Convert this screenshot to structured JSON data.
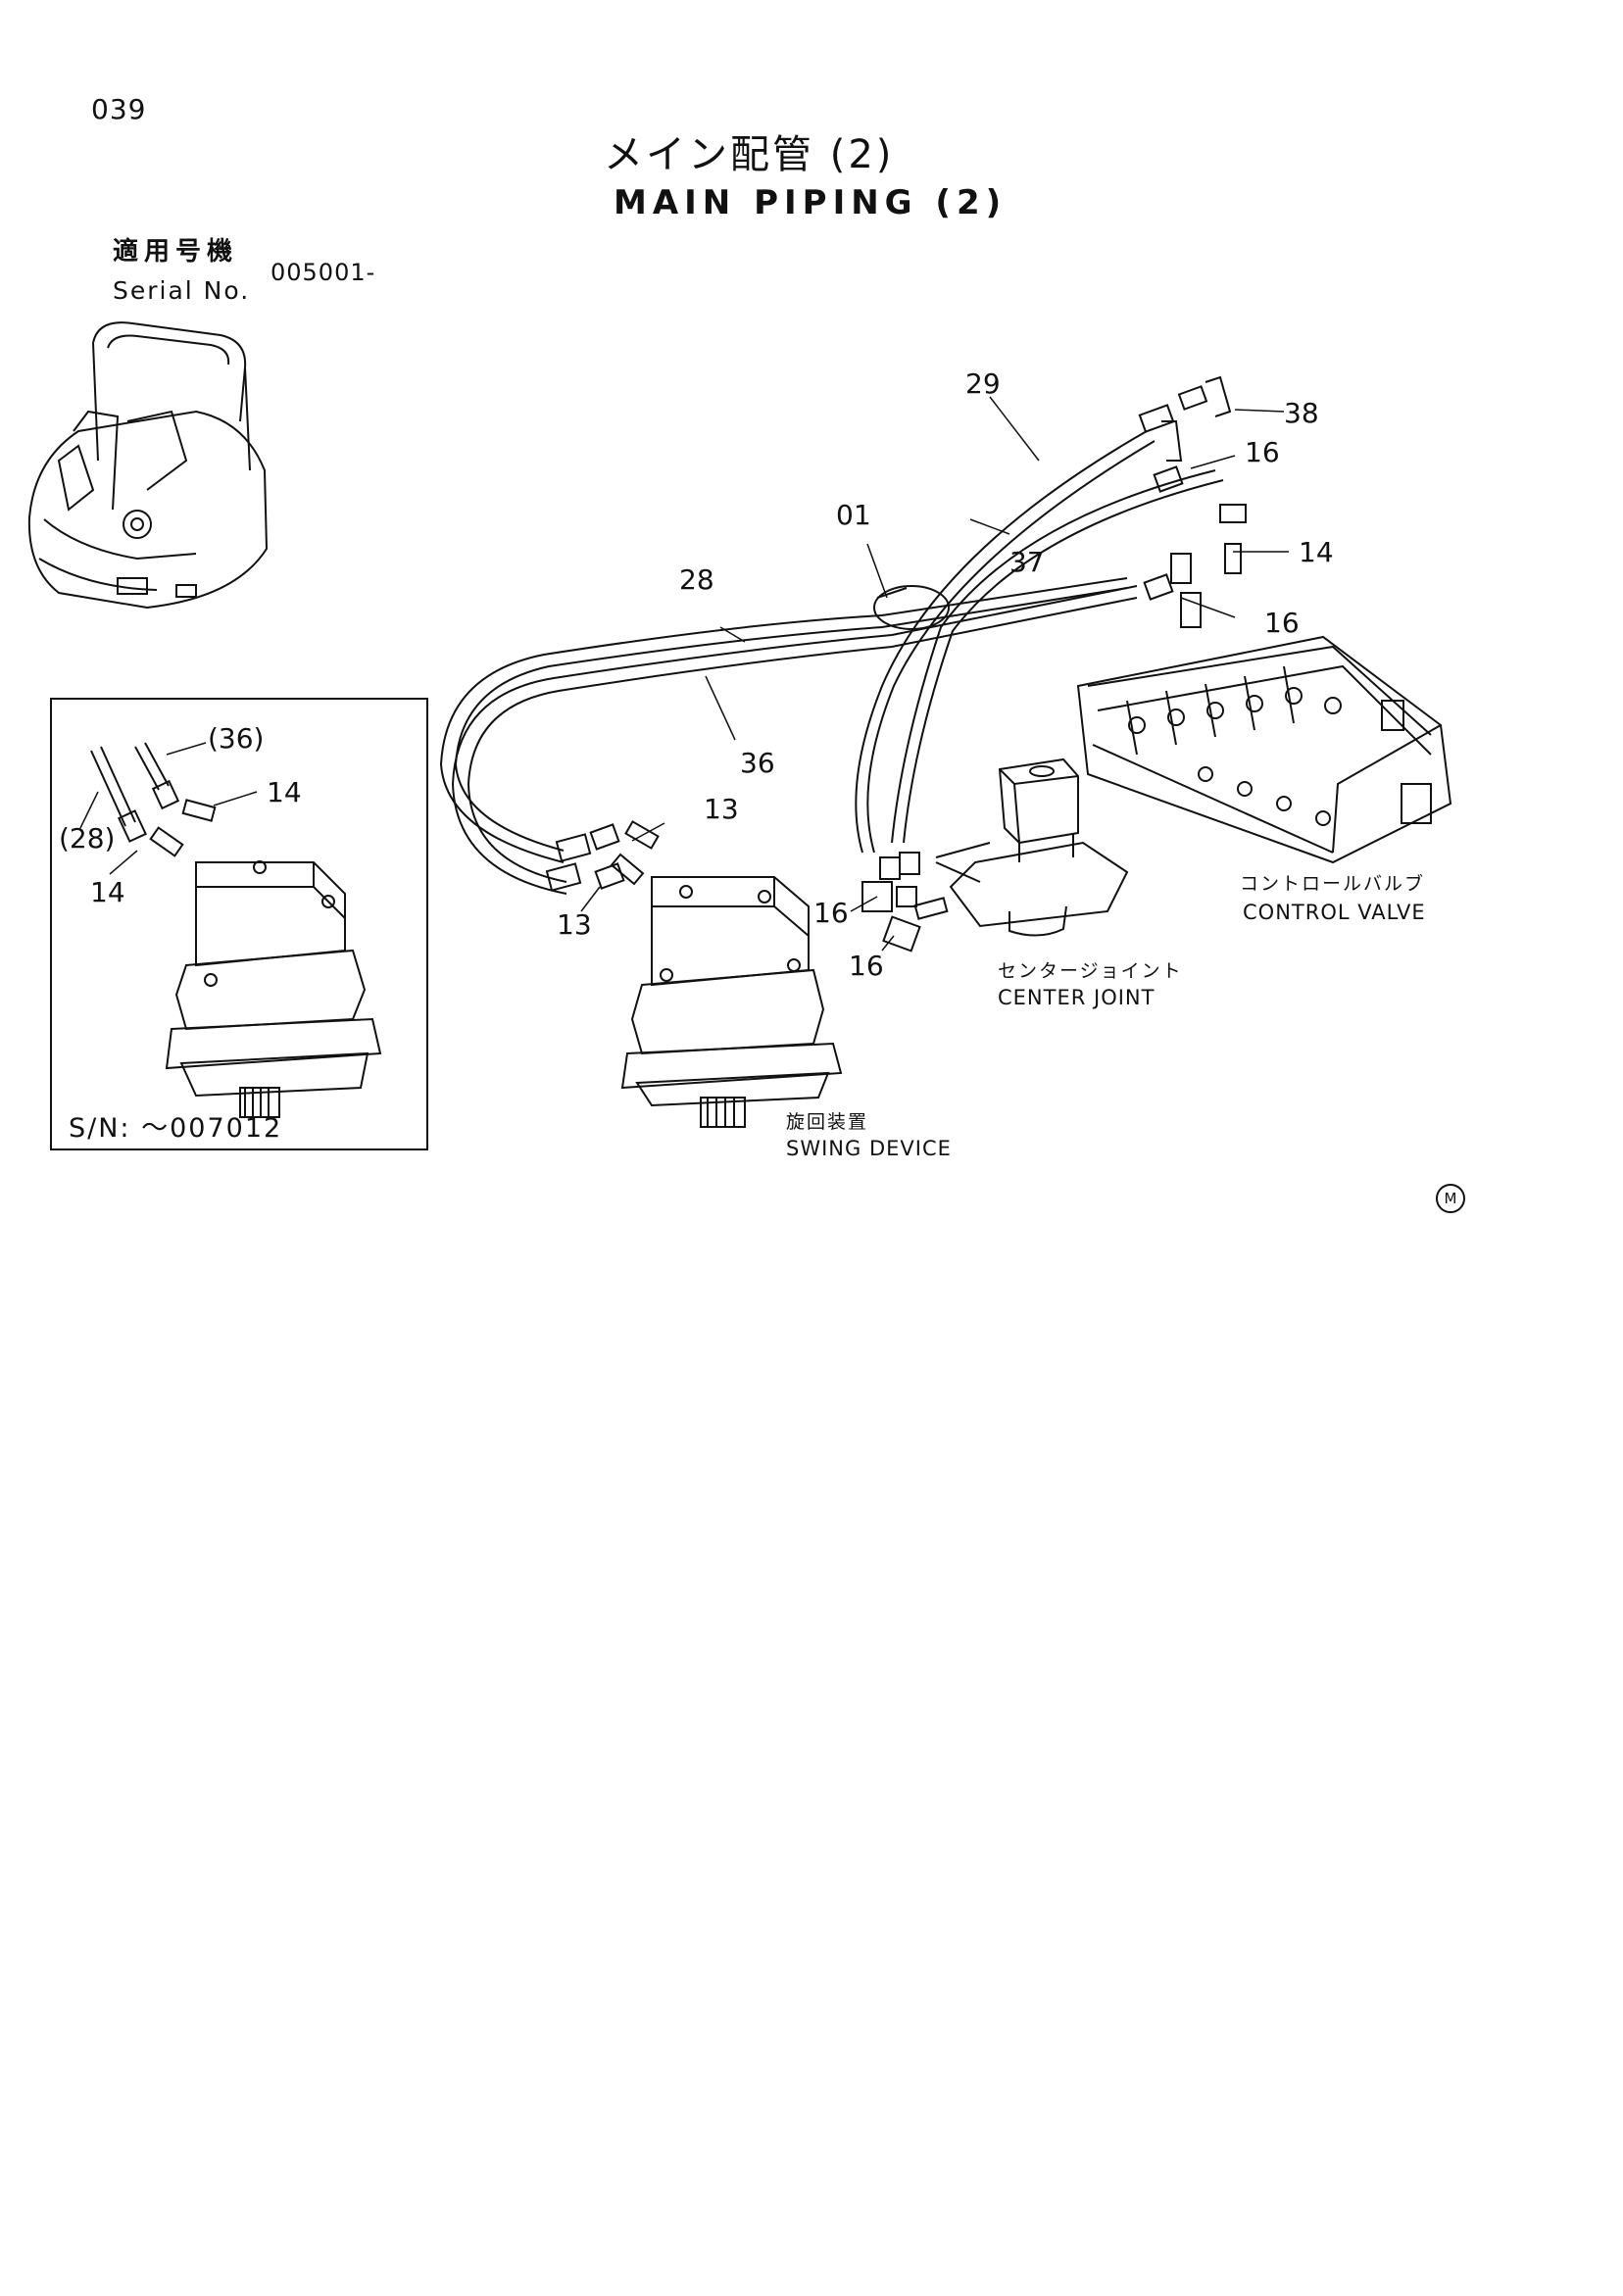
{
  "header": {
    "page_number": "039",
    "title_jp": "メイン配管 (2)",
    "title_en": "MAIN PIPING (2)",
    "serial_label_jp": "適用号機",
    "serial_label_en": "Serial No.",
    "serial_value": "005001-"
  },
  "callouts": {
    "c29": "29",
    "c38": "38",
    "c16a": "16",
    "c01": "01",
    "c37": "37",
    "c14a": "14",
    "c28": "28",
    "c16b": "16",
    "c36": "36",
    "c13a": "13",
    "c13b": "13",
    "c16c": "16",
    "c16d": "16"
  },
  "inset": {
    "c36": "(36)",
    "c14a": "14",
    "c28": "(28)",
    "c14b": "14",
    "serial_range": "S/N: ～007012"
  },
  "components": {
    "control_valve_jp": "コントロールバルブ",
    "control_valve_en": "CONTROL VALVE",
    "center_joint_jp": "センタージョイント",
    "center_joint_en": "CENTER JOINT",
    "swing_device_jp": "旋回装置",
    "swing_device_en": "SWING DEVICE"
  },
  "footer": {
    "mark": "M"
  }
}
